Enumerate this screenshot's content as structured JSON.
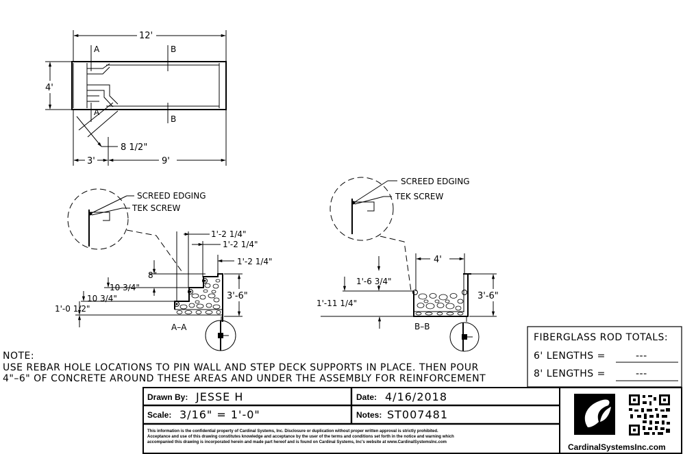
{
  "plan_view": {
    "length_label": "12'",
    "width_label": "4'",
    "step_width_label": "3'",
    "remaining_label": "9'",
    "angle_label": "8 1/2\"",
    "section_a": "A",
    "section_b": "B"
  },
  "section_aa": {
    "title": "A–A",
    "screed_label": "SCREED EDGING",
    "tek_label": "TEK SCREW",
    "dim_top_1": "1'-2 1/4\"",
    "dim_top_2": "1'-2 1/4\"",
    "dim_top_3": "1'-2 1/4\"",
    "dim_left_1": "8\"",
    "dim_left_2": "10 3/4\"",
    "dim_left_3": "10 3/4\"",
    "dim_left_4": "1'-0 1/2\"",
    "height_label": "3'-6\""
  },
  "section_bb": {
    "title": "B–B",
    "screed_label": "SCREED EDGING",
    "tek_label": "TEK SCREW",
    "width_label": "4'",
    "dim_left_1": "1'-6 3/4\"",
    "dim_left_2": "1'-11 1/4\"",
    "height_label": "3'-6\""
  },
  "note": {
    "title": "NOTE:",
    "line1": "USE REBAR HOLE LOCATIONS TO PIN WALL AND STEP DECK SUPPORTS IN PLACE.  THEN POUR",
    "line2": "4\"–6\" OF CONCRETE AROUND THESE AREAS AND UNDER THE ASSEMBLY FOR REINFORCEMENT"
  },
  "fiberglass": {
    "title": "FIBERGLASS ROD TOTALS:",
    "row1_label": "6' LENGTHS =",
    "row1_value": "---",
    "row2_label": "8' LENGTHS =",
    "row2_value": "---"
  },
  "title_block": {
    "drawn_by_label": "Drawn By:",
    "drawn_by_value": "JESSE H",
    "date_label": "Date:",
    "date_value": "4/16/2018",
    "scale_label": "Scale:",
    "scale_value": "3/16\" = 1'-0\"",
    "notes_label": "Notes:",
    "notes_value": "ST007481",
    "fine_print_1": "This information is the confidential property of Cardinal Systems, Inc. Disclosure or duplication without proper written approval is strictly prohibited.",
    "fine_print_2": "Acceptance and use of this drawing constitutes knowledge and acceptance by the user of the terms and conditions set forth in the notice and warning which",
    "fine_print_3": "accompanied this drawing is incorporated herein and made part hereof and is found on Cardinal Systems, Inc's website at www.CardinalSystemsInc.com",
    "website": "CardinalSystemsInc.com",
    "logo_icon": "cardinal-logo-icon",
    "qr_icon": "qr-code-icon"
  }
}
